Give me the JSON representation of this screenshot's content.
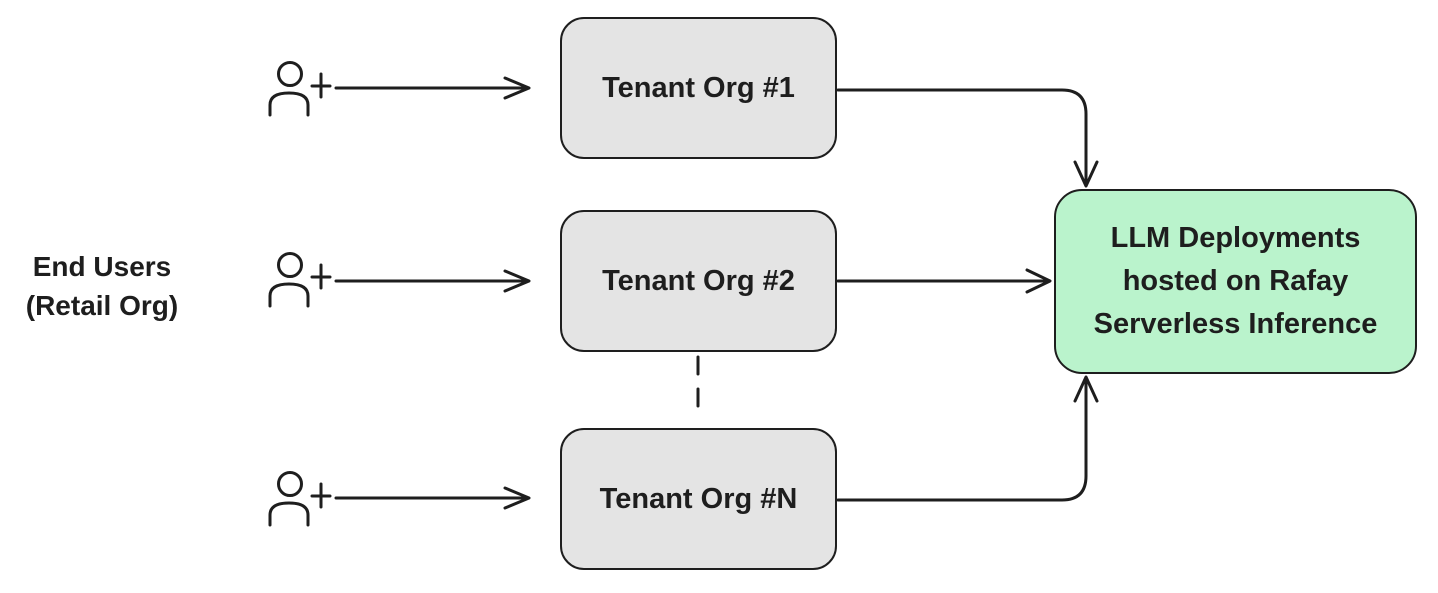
{
  "diagram": {
    "left_label": {
      "lines": [
        "End Users",
        "(Retail Org)"
      ]
    },
    "tenant_nodes": [
      {
        "label": "Tenant Org #1"
      },
      {
        "label": "Tenant Org #2"
      },
      {
        "label": "Tenant Org #N"
      }
    ],
    "target_node": {
      "lines": [
        "LLM Deployments",
        "hosted on Rafay",
        "Serverless Inference"
      ]
    },
    "icons": {
      "user_plus": "user-plus-icon"
    },
    "connectors": [
      {
        "from": "end-user-1",
        "to": "tenant-org-1",
        "style": "solid-arrow"
      },
      {
        "from": "end-user-2",
        "to": "tenant-org-2",
        "style": "solid-arrow"
      },
      {
        "from": "end-user-n",
        "to": "tenant-org-n",
        "style": "solid-arrow"
      },
      {
        "from": "tenant-org-1",
        "to": "llm-deployments",
        "style": "solid-arrow"
      },
      {
        "from": "tenant-org-2",
        "to": "llm-deployments",
        "style": "solid-arrow"
      },
      {
        "from": "tenant-org-n",
        "to": "llm-deployments",
        "style": "solid-arrow"
      },
      {
        "from": "tenant-org-2",
        "to": "tenant-org-n",
        "style": "dashed-ellipsis"
      }
    ],
    "colors": {
      "background": "#ffffff",
      "stroke": "#1e1e1e",
      "tenant_fill": "#e4e4e4",
      "target_fill": "#baf3cc"
    }
  }
}
